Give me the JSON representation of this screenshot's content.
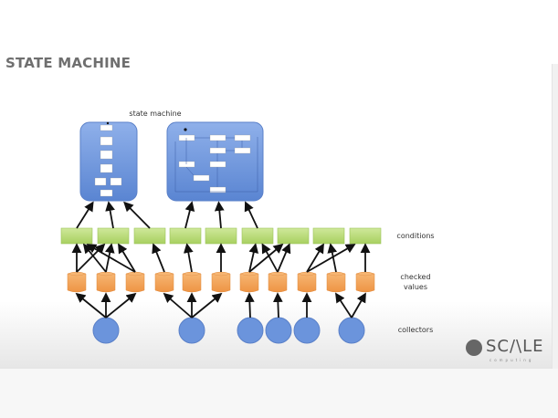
{
  "slide": {
    "title": "STATE MACHINE",
    "state_machine_label": "state machine",
    "row_labels": {
      "conditions": "conditions",
      "checked_values_1": "checked",
      "checked_values_2": "values",
      "collectors": "collectors"
    },
    "logo": {
      "text": "SC/\\LE",
      "subtext": "computing"
    }
  },
  "colors": {
    "state_machine_fill": "#6b94dc",
    "condition_fill": "#b8db7a",
    "checked_value_fill": "#f3a35a",
    "collector_fill": "#6b94dc",
    "arrow": "#111111"
  },
  "graph": {
    "state_machines": 2,
    "conditions": 9,
    "checked_values": 11,
    "collectors": 6,
    "collector_to_value": [
      [
        0,
        0
      ],
      [
        0,
        1
      ],
      [
        0,
        2
      ],
      [
        1,
        3
      ],
      [
        1,
        4
      ],
      [
        1,
        5
      ],
      [
        2,
        6
      ],
      [
        3,
        7
      ],
      [
        4,
        8
      ],
      [
        5,
        9
      ],
      [
        5,
        10
      ]
    ],
    "value_to_condition": [
      [
        0,
        0
      ],
      [
        1,
        0
      ],
      [
        2,
        0
      ],
      [
        0,
        1
      ],
      [
        1,
        1
      ],
      [
        2,
        1
      ],
      [
        3,
        2
      ],
      [
        4,
        3
      ],
      [
        5,
        4
      ],
      [
        6,
        5
      ],
      [
        7,
        5
      ],
      [
        6,
        6
      ],
      [
        7,
        6
      ],
      [
        8,
        7
      ],
      [
        9,
        7
      ],
      [
        8,
        8
      ],
      [
        10,
        8
      ]
    ],
    "condition_to_state_machine": [
      [
        0,
        0
      ],
      [
        1,
        0
      ],
      [
        2,
        0
      ],
      [
        3,
        1
      ],
      [
        4,
        1
      ],
      [
        5,
        1
      ]
    ]
  }
}
